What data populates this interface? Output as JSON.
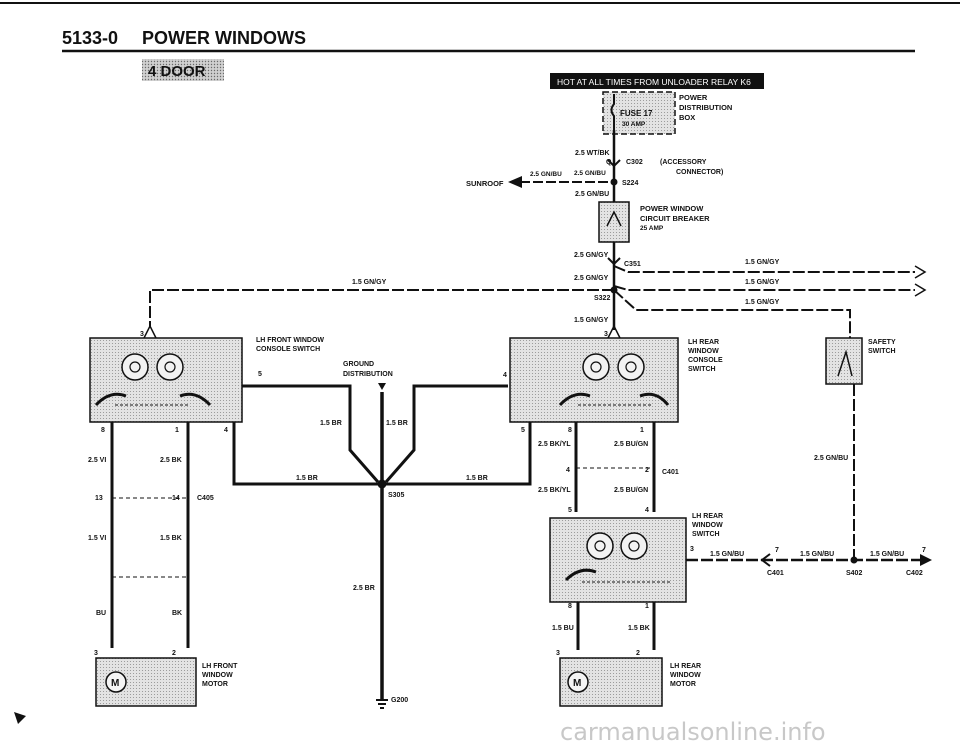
{
  "page": {
    "section_number": "5133-0",
    "title": "POWER WINDOWS",
    "variant_tab": "4 DOOR",
    "watermark": "carmanualsonline.info"
  },
  "power_source": {
    "banner": "HOT AT ALL TIMES FROM UNLOADER RELAY K6",
    "fuse": "FUSE 17",
    "fuse_rating": "30 AMP",
    "box_label": [
      "POWER",
      "DISTRIBUTION",
      "BOX"
    ],
    "wire_after_fuse": "2.5 WT/BK",
    "connector_pin": "Q",
    "connector": "C302",
    "connector_desc": [
      "(ACCESSORY",
      "CONNECTOR)"
    ],
    "sunroof": "SUNROOF",
    "wire_sunroof": "2.5 GN/BU",
    "wire_from_connector": "2.5 GN/BU",
    "splice_top": "S224",
    "wire_to_breaker": "2.5 GN/BU",
    "breaker_label": [
      "POWER WINDOW",
      "CIRCUIT BREAKER"
    ],
    "breaker_rating": "25 AMP"
  },
  "distribution": {
    "wire_breaker_out": "2.5 GN/GY",
    "connector": "C351",
    "wire_right_1": "1.5 GN/GY",
    "wire_after_connector": "2.5 GN/GY",
    "wire_right_2": "1.5 GN/GY",
    "wire_left": "1.5 GN/GY",
    "splice": "S322",
    "wire_right_3": "1.5 GN/GY",
    "wire_down": "1.5 GN/GY"
  },
  "lh_front_switch": {
    "label": [
      "LH FRONT WINDOW",
      "CONSOLE SWITCH"
    ],
    "pin_top": "3",
    "pin_ground": "5",
    "pins_bottom": [
      "8",
      "1",
      "4"
    ]
  },
  "ground": {
    "label": [
      "GROUND",
      "DISTRIBUTION"
    ],
    "wire_left": "1.5 BR",
    "wire_right": "1.5 BR",
    "wire_bottom_left": "1.5 BR",
    "wire_bottom_right": "1.5 BR",
    "splice": "S305",
    "wire_main": "2.5 BR",
    "ground_point": "G200"
  },
  "lh_front_harness": {
    "wire_a": "2.5 VI",
    "wire_b": "2.5 BK",
    "connector_pins": [
      "13",
      "14"
    ],
    "connector": "C405",
    "wire_c": "1.5 VI",
    "wire_d": "1.5 BK",
    "wire_e": "BU",
    "wire_f": "BK"
  },
  "lh_front_motor": {
    "label": [
      "LH FRONT",
      "WINDOW",
      "MOTOR"
    ],
    "pins": [
      "3",
      "2"
    ],
    "motor_symbol": "M"
  },
  "lh_rear_console_switch": {
    "label": [
      "LH REAR",
      "WINDOW",
      "CONSOLE",
      "SWITCH"
    ],
    "pin_top": "3",
    "pin_ground": "4",
    "pins_bottom": [
      "5",
      "8",
      "1"
    ]
  },
  "lh_rear_harness": {
    "wire_a": "2.5 BK/YL",
    "wire_b": "2.5 BU/GN",
    "connector_pins": [
      "4",
      "2"
    ],
    "connector": "C401",
    "wire_c": "2.5 BK/YL",
    "wire_d": "2.5 BU/GN",
    "pins_lower": [
      "5",
      "4"
    ]
  },
  "lh_rear_switch": {
    "label": [
      "LH REAR",
      "WINDOW",
      "SWITCH"
    ],
    "pin_right": "3",
    "wire_1": "1.5 GN/BU",
    "pin_c401": "7",
    "connector_1": "C401",
    "wire_2": "1.5 GN/BU",
    "splice": "S402",
    "wire_3": "1.5 GN/BU",
    "pin_c402": "7",
    "connector_2": "C402",
    "pins_bottom": [
      "8",
      "1"
    ],
    "wire_left": "1.5 BU",
    "wire_right": "1.5 BK"
  },
  "safety_switch": {
    "label": [
      "SAFETY",
      "SWITCH"
    ],
    "wire_down": "2.5 GN/BU"
  },
  "lh_rear_motor": {
    "label": [
      "LH REAR",
      "WINDOW",
      "MOTOR"
    ],
    "pins": [
      "3",
      "2"
    ],
    "motor_symbol": "M"
  }
}
